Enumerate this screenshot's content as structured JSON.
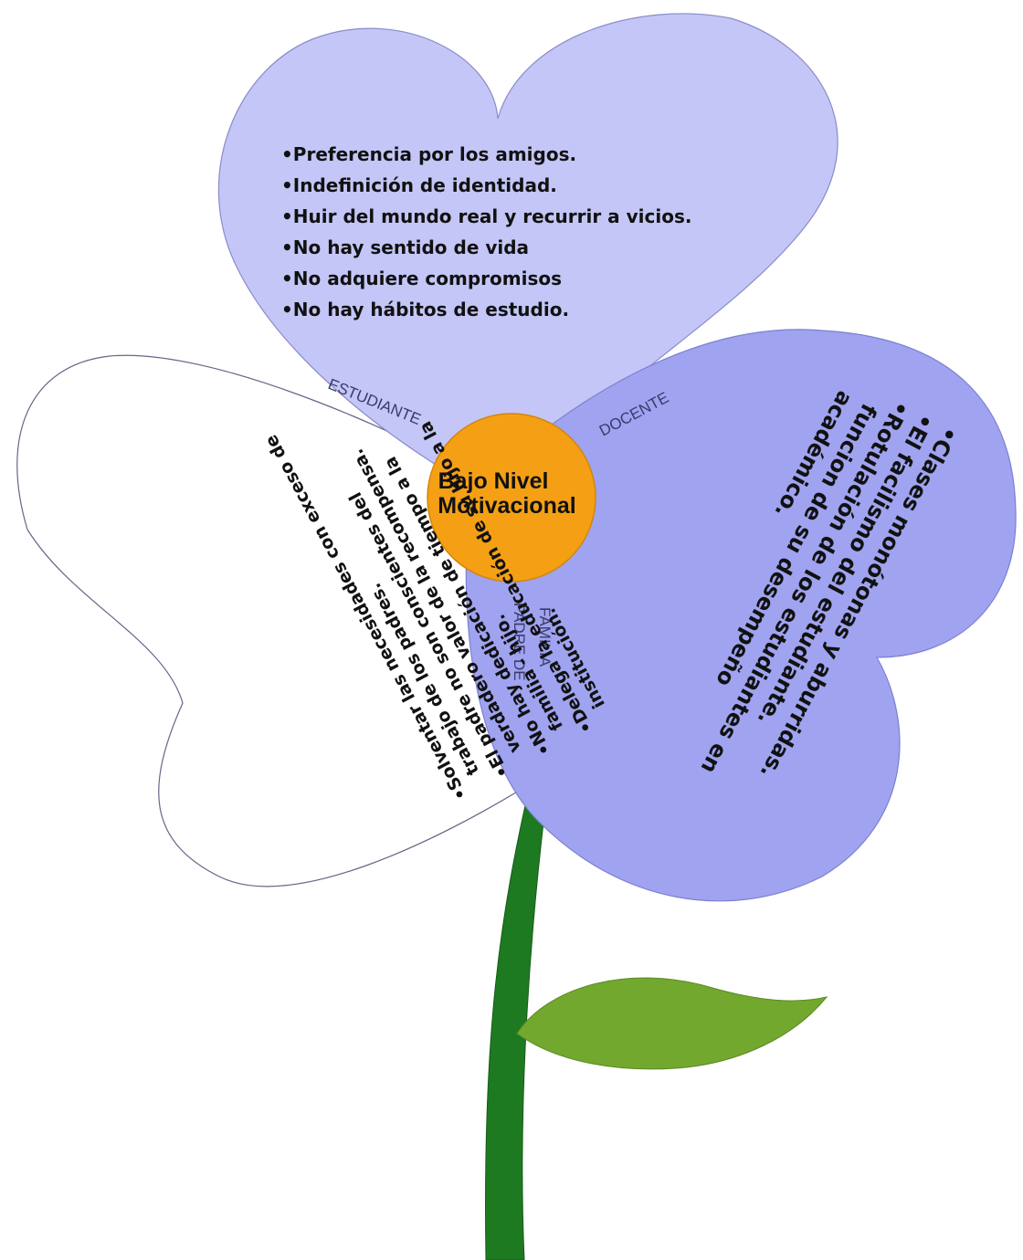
{
  "center": {
    "line1": "Bajo Nivel",
    "line2": "Motivacional"
  },
  "petals": {
    "estudiante": {
      "label": "ESTUDIANTE",
      "items": [
        "Preferencia por los amigos.",
        "Indefinición de identidad.",
        "Huir del mundo real y recurrir a vicios.",
        "No hay sentido de vida",
        "No adquiere compromisos",
        "No hay hábitos de estudio."
      ]
    },
    "docente": {
      "label": "DOCENTE",
      "lines": [
        "•Clases monótonas y aburridas.",
        "•El facilismo del estudiante.",
        "•Rotulación de los estudiantes en",
        "funcion de su desempeño",
        "académico."
      ]
    },
    "padre": {
      "label_line1": "PADRE DE",
      "label_line2": "FAMILIA",
      "lines": [
        "•Solventar las necesidades con exceso de",
        "trabajo de los padres.",
        "•El padre no son conscientes del",
        "verdadero valor de la recompensa.",
        "•No hay dedicación de tiempo a la",
        "familia - hijo.",
        "•Delega la educación de su hijo a la",
        "institución."
      ]
    }
  },
  "colors": {
    "top_petal": "#c4c6f7",
    "right_petal": "#9fa3f0",
    "left_petal": "#ffffff",
    "center": "#f5a014",
    "stem": "#1e7a20",
    "leaf": "#72a82e",
    "outline": "#555577"
  }
}
